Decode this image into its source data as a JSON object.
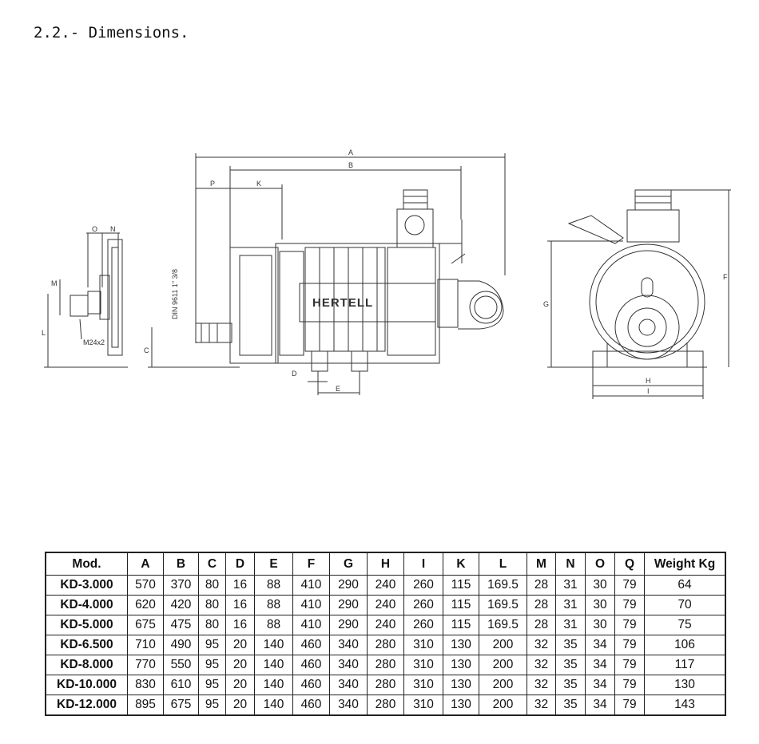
{
  "heading": "2.2.- Dimensions.",
  "drawing": {
    "brand": "HERTELL",
    "thread_label": "M24x2",
    "din_label": "DIN 9611 1\" 3/8",
    "letters": [
      "A",
      "B",
      "P",
      "K",
      "O",
      "N",
      "M",
      "L",
      "C",
      "D",
      "E",
      "G",
      "F",
      "H",
      "I"
    ]
  },
  "table": {
    "columns": [
      "Mod.",
      "A",
      "B",
      "C",
      "D",
      "E",
      "F",
      "G",
      "H",
      "I",
      "K",
      "L",
      "M",
      "N",
      "O",
      "Q",
      "Weight Kg"
    ],
    "rows": [
      [
        "KD-3.000",
        "570",
        "370",
        "80",
        "16",
        "88",
        "410",
        "290",
        "240",
        "260",
        "115",
        "169.5",
        "28",
        "31",
        "30",
        "79",
        "64"
      ],
      [
        "KD-4.000",
        "620",
        "420",
        "80",
        "16",
        "88",
        "410",
        "290",
        "240",
        "260",
        "115",
        "169.5",
        "28",
        "31",
        "30",
        "79",
        "70"
      ],
      [
        "KD-5.000",
        "675",
        "475",
        "80",
        "16",
        "88",
        "410",
        "290",
        "240",
        "260",
        "115",
        "169.5",
        "28",
        "31",
        "30",
        "79",
        "75"
      ],
      [
        "KD-6.500",
        "710",
        "490",
        "95",
        "20",
        "140",
        "460",
        "340",
        "280",
        "310",
        "130",
        "200",
        "32",
        "35",
        "34",
        "79",
        "106"
      ],
      [
        "KD-8.000",
        "770",
        "550",
        "95",
        "20",
        "140",
        "460",
        "340",
        "280",
        "310",
        "130",
        "200",
        "32",
        "35",
        "34",
        "79",
        "117"
      ],
      [
        "KD-10.000",
        "830",
        "610",
        "95",
        "20",
        "140",
        "460",
        "340",
        "280",
        "310",
        "130",
        "200",
        "32",
        "35",
        "34",
        "79",
        "130"
      ],
      [
        "KD-12.000",
        "895",
        "675",
        "95",
        "20",
        "140",
        "460",
        "340",
        "280",
        "310",
        "130",
        "200",
        "32",
        "35",
        "34",
        "79",
        "143"
      ]
    ]
  }
}
